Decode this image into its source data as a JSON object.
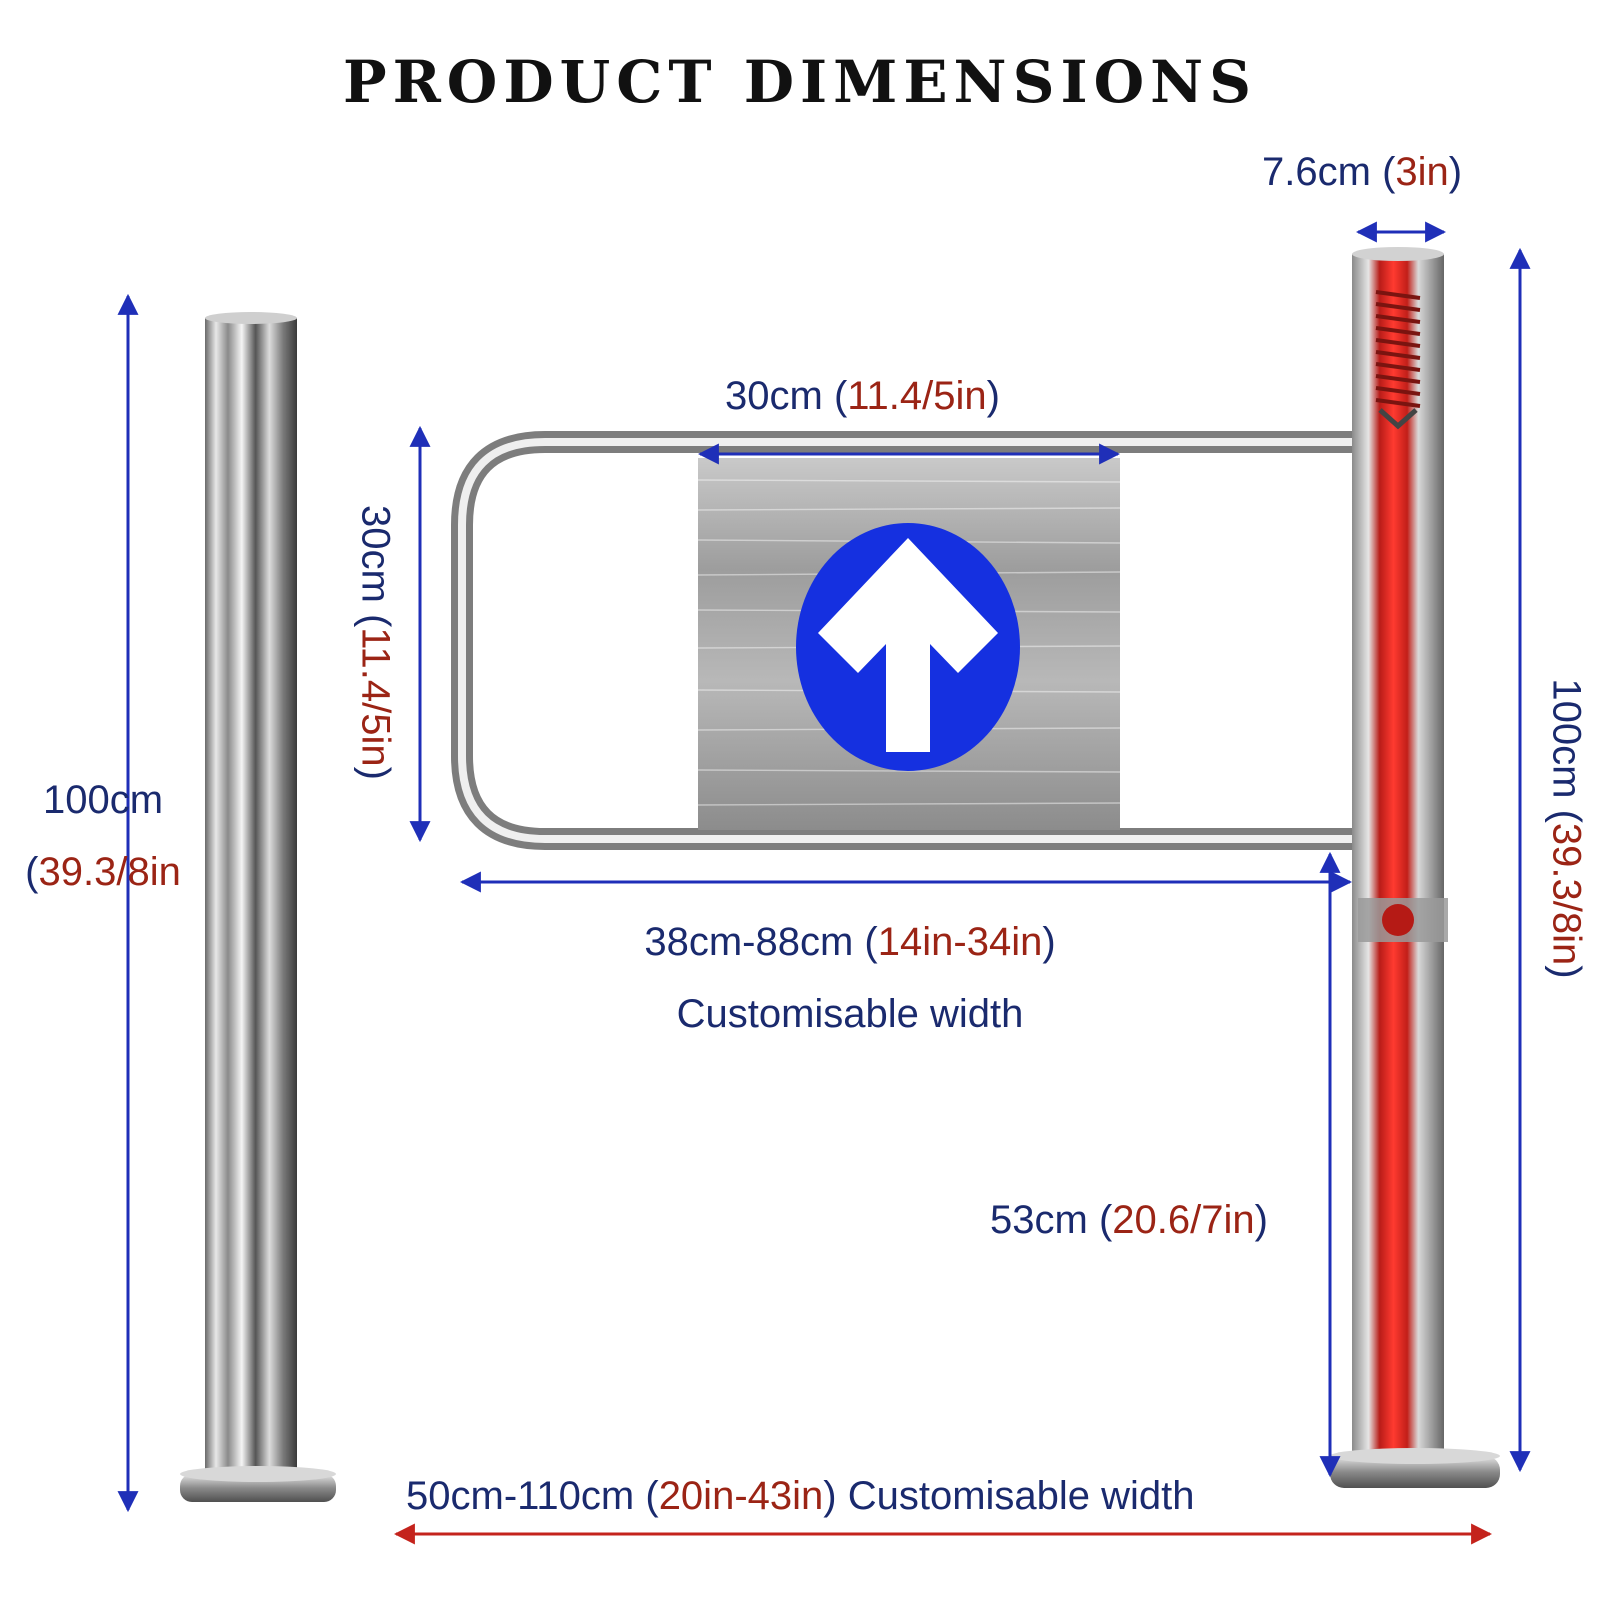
{
  "title": "PRODUCT DIMENSIONS",
  "colors": {
    "metric_text": "#1a2a6e",
    "imperial_text": "#9b2415",
    "blue_arrow": "#1f2fb8",
    "red_arrow": "#c4231c",
    "sign_circle": "#1530e0"
  },
  "dimensions": {
    "pipe_diameter": {
      "metric": "7.6cm",
      "imperial": "3in"
    },
    "sign_width": {
      "metric": "30cm",
      "imperial": "11.4/5in"
    },
    "sign_height": {
      "metric": "30cm",
      "imperial": "11.4/5in"
    },
    "left_post_height": {
      "metric": "100cm",
      "imperial": "39.3/8in"
    },
    "right_post_height": {
      "metric": "100cm",
      "imperial": "39.3/8in"
    },
    "arm_width": {
      "metric": "38cm-88cm",
      "imperial": "14in-34in",
      "note": "Customisable width"
    },
    "arm_ground_height": {
      "metric": "53cm",
      "imperial": "20.6/7in"
    },
    "total_width": {
      "metric": "50cm-110cm",
      "imperial": "20in-43in",
      "note": "Customisable width"
    }
  },
  "sign_icon": "up-arrow-icon"
}
